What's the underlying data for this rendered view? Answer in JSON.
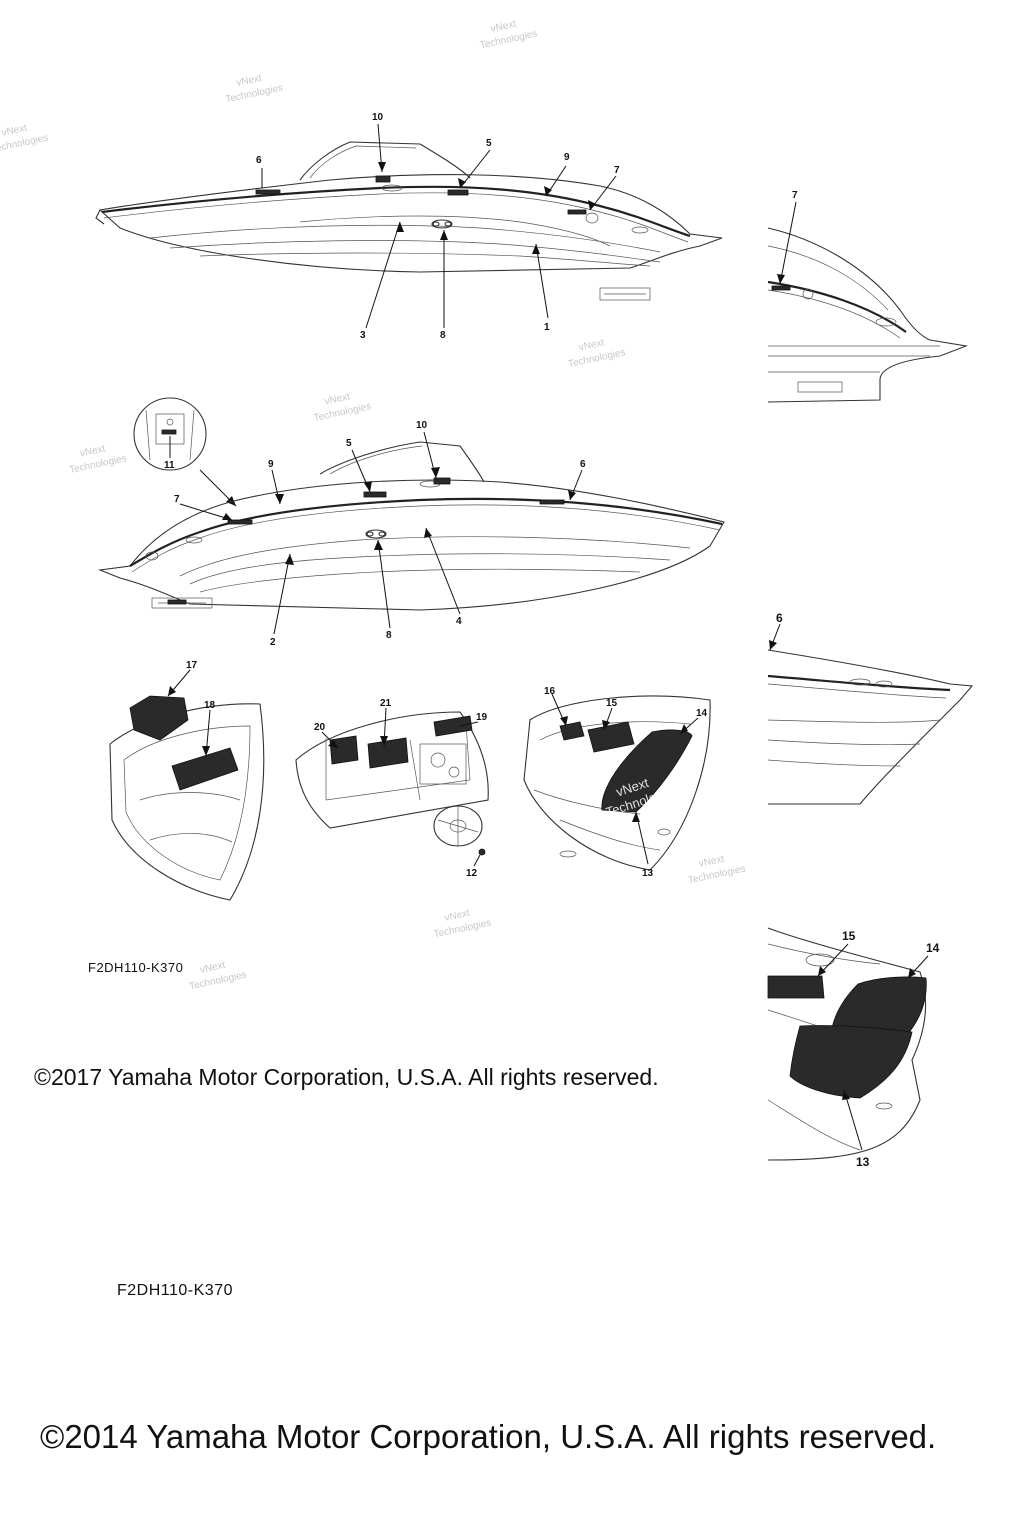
{
  "codes": {
    "small": "F2DH110-K370",
    "large": "F2DH110-K370"
  },
  "copyright": {
    "y2017": "©2017 Yamaha Motor Corporation, U.S.A. All rights reserved.",
    "y2014": "©2014 Yamaha Motor Corporation, U.S.A. All rights reserved."
  },
  "callouts": {
    "top_side": [
      "10",
      "6",
      "5",
      "9",
      "7",
      "3",
      "8",
      "1"
    ],
    "bow_detail_top": [
      "7"
    ],
    "bottom_side": [
      "10",
      "5",
      "9",
      "6",
      "7",
      "11",
      "2",
      "8",
      "4"
    ],
    "bow_detail_bottom": [
      "6"
    ],
    "locker": [
      "17",
      "18"
    ],
    "console": [
      "21",
      "20",
      "19",
      "12"
    ],
    "deck": [
      "16",
      "15",
      "14",
      "13"
    ],
    "deck_detail": [
      "15",
      "14",
      "13"
    ]
  },
  "watermark": {
    "line1": "vNext",
    "line2": "Technologies",
    "overlay_line1": "vNext",
    "overlay_line2": "Technolo"
  }
}
